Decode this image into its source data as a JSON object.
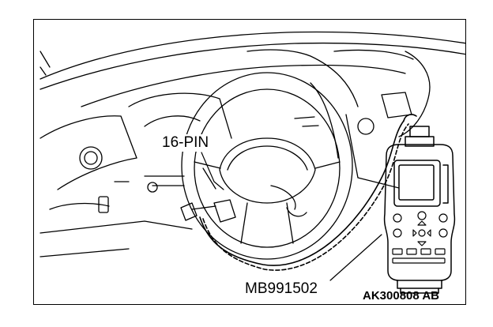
{
  "figure": {
    "connector_label": "16-PIN",
    "tool_label": "MB991502",
    "figure_code": "AK300808 AB",
    "line_color": "#000000",
    "background_color": "#ffffff"
  }
}
